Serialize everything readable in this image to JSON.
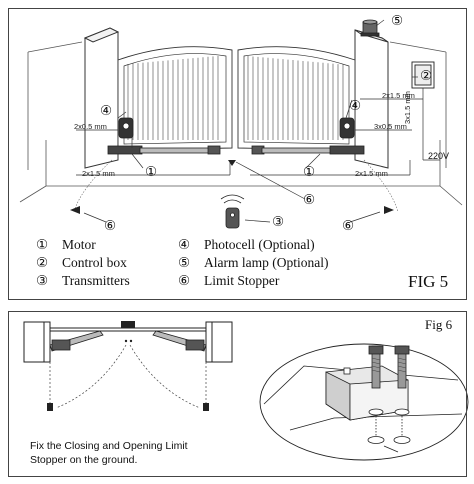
{
  "fig5": {
    "title": "FIG 5",
    "legend": [
      {
        "num": "①",
        "text": "Motor"
      },
      {
        "num": "②",
        "text": "Control box"
      },
      {
        "num": "③",
        "text": "Transmitters"
      },
      {
        "num": "④",
        "text": "Photocell (Optional)"
      },
      {
        "num": "⑤",
        "text": "Alarm lamp (Optional)"
      },
      {
        "num": "⑥",
        "text": "Limit Stopper"
      }
    ],
    "callouts": {
      "c1_left": "①",
      "c1_right": "①",
      "c2": "②",
      "c3": "③",
      "c4_left": "④",
      "c4_right": "④",
      "c5": "⑤",
      "c6_center": "⑥",
      "c6_left": "⑥",
      "c6_right": "⑥"
    },
    "cables": {
      "left_upper": "2x0.5 mm",
      "left_lower": "2x1.5 mm",
      "right_upper": "3x0.5 mm",
      "right_lower": "2x1.5 mm",
      "top_right": "2x1.5 mm",
      "vertical": "3x1.5 mm",
      "voltage": "220V"
    }
  },
  "fig6": {
    "title": "Fig 6",
    "note": "Fix the Closing and Opening Limit\nStopper on the ground."
  }
}
